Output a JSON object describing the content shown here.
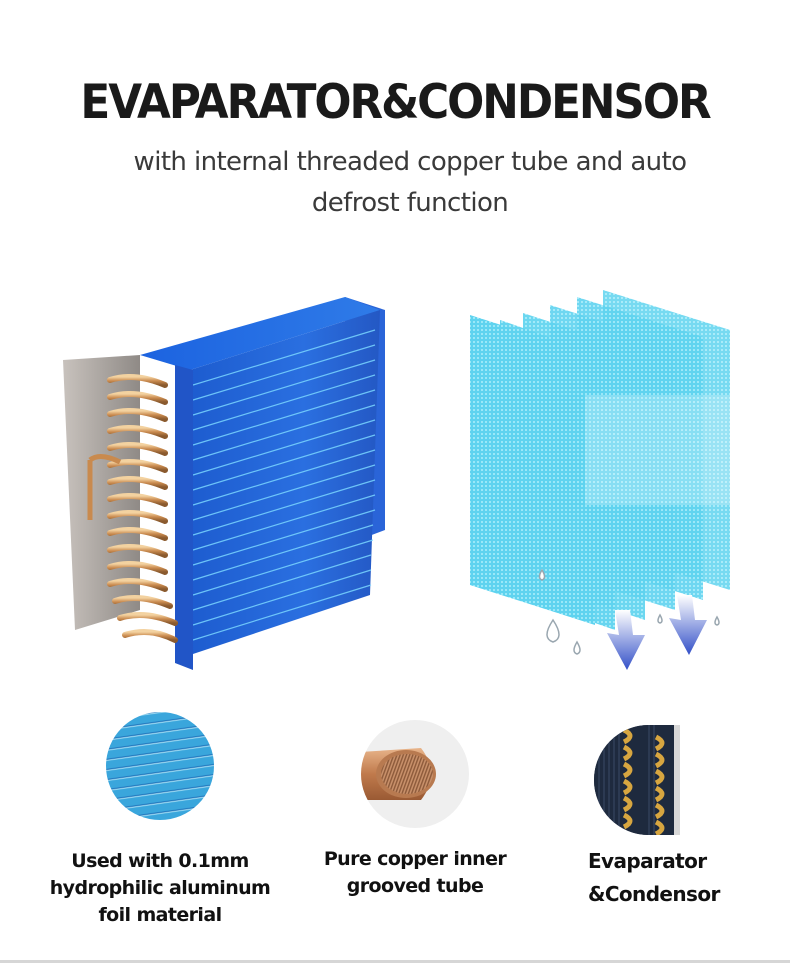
{
  "header": {
    "title": "EVAPARATOR&CONDENSOR",
    "subtitle_line1": "with internal threaded copper tube and auto",
    "subtitle_line2": "defrost function"
  },
  "images": {
    "product": "evaporator-condenser-coil-photo",
    "illustration": "fin-layers-airflow-condensation-illustration"
  },
  "features": [
    {
      "icon": "aluminum-foil-fins-icon",
      "lines": [
        "Used with 0.1mm",
        "hydrophilic aluminum",
        "foil material"
      ]
    },
    {
      "icon": "grooved-copper-tube-icon",
      "lines": [
        "Pure copper inner",
        "grooved tube"
      ]
    },
    {
      "icon": "evaporator-coil-closeup-icon",
      "lines": [
        "Evaparator",
        "&Condensor"
      ]
    }
  ],
  "colors": {
    "title": "#1a1a1a",
    "subtitle": "#3a3a3a",
    "fin_blue": "#1f5fd0",
    "cyan": "#5fd3ef",
    "copper": "#c98a4e"
  }
}
